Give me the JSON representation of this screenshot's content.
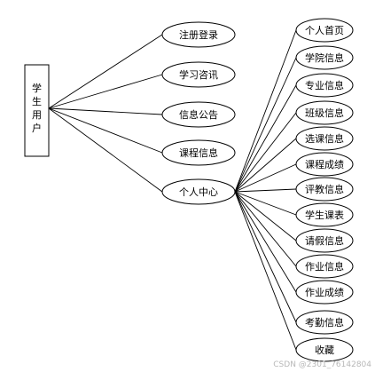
{
  "root": {
    "label": "学生用户"
  },
  "level1": [
    {
      "label": "注册登录"
    },
    {
      "label": "学习咨讯"
    },
    {
      "label": "信息公告"
    },
    {
      "label": "课程信息"
    },
    {
      "label": "个人中心"
    }
  ],
  "personal_center_children": [
    {
      "label": "个人首页"
    },
    {
      "label": "学院信息"
    },
    {
      "label": "专业信息"
    },
    {
      "label": "班级信息"
    },
    {
      "label": "选课信息"
    },
    {
      "label": "课程成绩"
    },
    {
      "label": "评教信息"
    },
    {
      "label": "学生课表"
    },
    {
      "label": "请假信息"
    },
    {
      "label": "作业信息"
    },
    {
      "label": "作业成绩"
    },
    {
      "label": "考勤信息"
    },
    {
      "label": "收藏"
    }
  ],
  "watermark": "CSDN @2301_76142804"
}
